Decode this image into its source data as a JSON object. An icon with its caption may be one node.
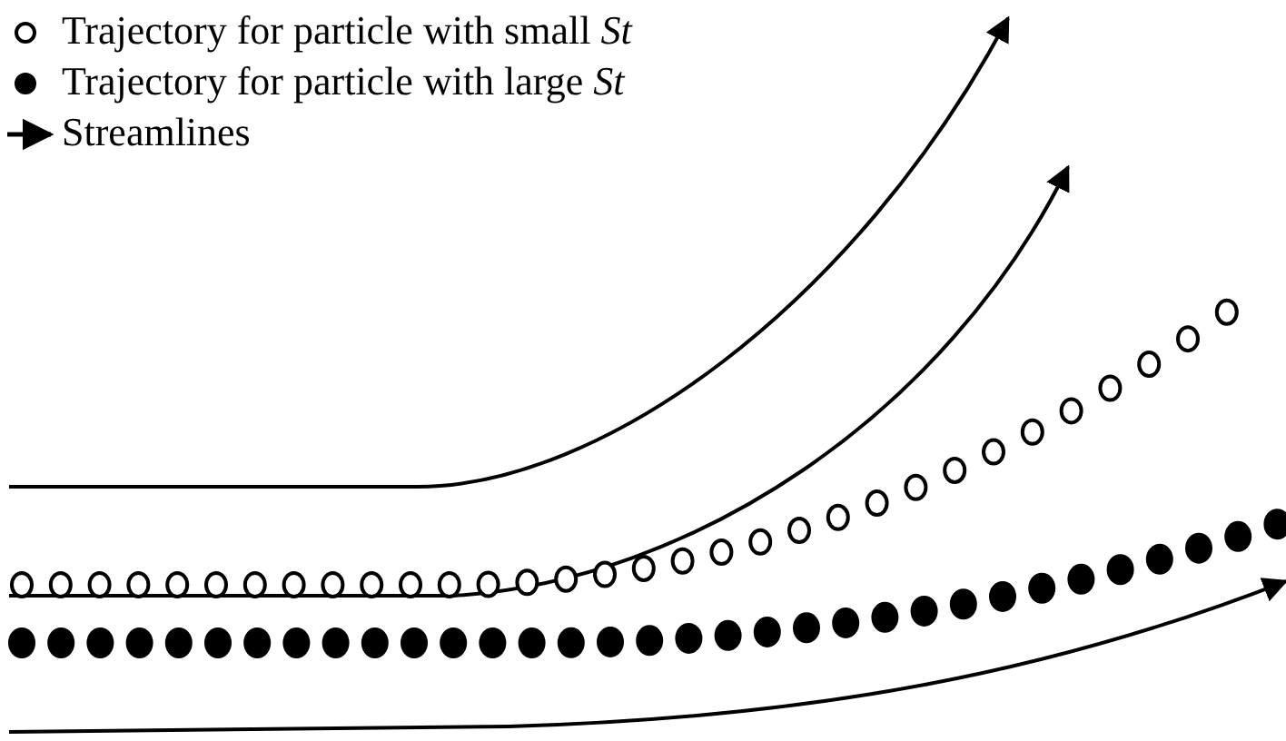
{
  "diagram": {
    "legend": [
      {
        "text": "Trajectory for particle with small *St*"
      },
      {
        "text": "Trajectory for particle with large *St*"
      },
      {
        "text": "Streamlines"
      }
    ]
  }
}
